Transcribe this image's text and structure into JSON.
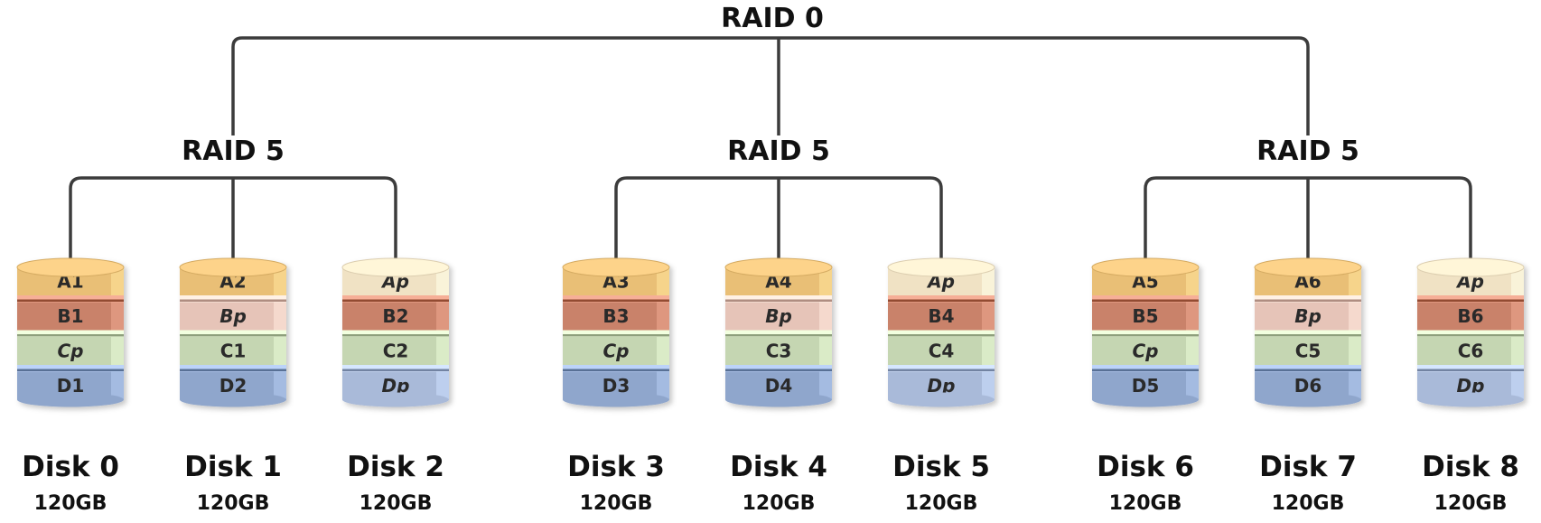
{
  "top_level": {
    "label": "RAID 0"
  },
  "colors": {
    "A": "#e9bf76",
    "B": "#c9826a",
    "C": "#c5d6b2",
    "D": "#8fa6cc",
    "A_parity": "#f0e2c4",
    "B_parity": "#e6c4b8",
    "C_parity": "#c5d6b2",
    "D_parity": "#a9bad9",
    "line": "#3c3c3c"
  },
  "groups": [
    {
      "label": "RAID 5",
      "disks": [
        {
          "name": "Disk 0",
          "size": "120GB",
          "blocks": [
            "A1",
            "B1",
            "Cp",
            "D1"
          ]
        },
        {
          "name": "Disk 1",
          "size": "120GB",
          "blocks": [
            "A2",
            "Bp",
            "C1",
            "D2"
          ]
        },
        {
          "name": "Disk 2",
          "size": "120GB",
          "blocks": [
            "Ap",
            "B2",
            "C2",
            "Dp"
          ]
        }
      ]
    },
    {
      "label": "RAID 5",
      "disks": [
        {
          "name": "Disk 3",
          "size": "120GB",
          "blocks": [
            "A3",
            "B3",
            "Cp",
            "D3"
          ]
        },
        {
          "name": "Disk 4",
          "size": "120GB",
          "blocks": [
            "A4",
            "Bp",
            "C3",
            "D4"
          ]
        },
        {
          "name": "Disk 5",
          "size": "120GB",
          "blocks": [
            "Ap",
            "B4",
            "C4",
            "Dp"
          ]
        }
      ]
    },
    {
      "label": "RAID 5",
      "disks": [
        {
          "name": "Disk 6",
          "size": "120GB",
          "blocks": [
            "A5",
            "B5",
            "Cp",
            "D5"
          ]
        },
        {
          "name": "Disk 7",
          "size": "120GB",
          "blocks": [
            "A6",
            "Bp",
            "C5",
            "D6"
          ]
        },
        {
          "name": "Disk 8",
          "size": "120GB",
          "blocks": [
            "Ap",
            "B6",
            "C6",
            "Dp"
          ]
        }
      ]
    }
  ]
}
